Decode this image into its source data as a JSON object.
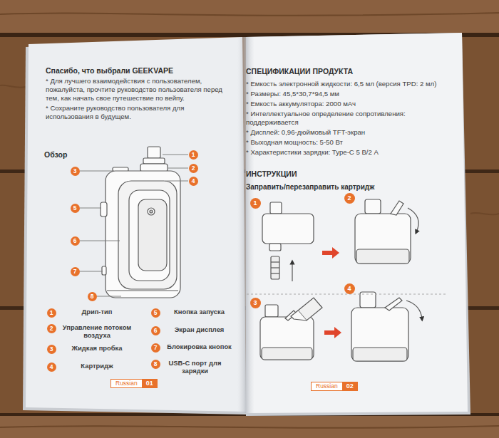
{
  "diagram": {
    "nodes": [
      {
        "text": [
          "1"
        ]
      },
      {
        "text": [
          "2"
        ]
      },
      {
        "text": [
          "3"
        ]
      },
      {
        "text": [
          "4"
        ]
      },
      {
        "text": [
          "5"
        ]
      },
      {
        "text": [
          "6"
        ]
      },
      {
        "text": [
          "7"
        ]
      },
      {
        "text": [
          "8"
        ]
      },
      {
        "text": [
          "1",
          "Дрип-тип"
        ]
      },
      {
        "text": [
          "2",
          "Управление потоком воздуха"
        ]
      },
      {
        "text": [
          "3",
          "Жидкая пробка"
        ]
      },
      {
        "text": [
          "4",
          "Картридж"
        ]
      },
      {
        "text": [
          "5",
          "Кнопка запуска"
        ]
      },
      {
        "text": [
          "6",
          "Экран дисплея"
        ]
      },
      {
        "text": [
          "7",
          "Блокировка кнопок"
        ]
      },
      {
        "text": [
          "8",
          "USB-C порт для зарядки"
        ]
      },
      {
        "text": [
          "Russian"
        ]
      },
      {
        "text": [
          "01"
        ]
      },
      {
        "text": [
          "1"
        ]
      },
      {
        "text": [
          "2"
        ]
      },
      {
        "text": [
          "3"
        ]
      },
      {
        "text": [
          "4"
        ]
      },
      {
        "text": [
          "Russian"
        ]
      },
      {
        "text": [
          "02"
        ]
      }
    ],
    "labels": [
      "Спасибо, что выбрали GEEKVAPE",
      "* Для лучшего взаимодействия с пользователем, пожалуйста, прочтите руководство пользователя перед тем, как начать свое путешествие по вейпу.",
      "* Сохраните руководство пользователя для использования в будущем.",
      "Обзор",
      "СПЕЦИФИКАЦИИ ПРОДУКТА",
      "* Емкость электронной жидкости: 6,5 мл (версия TPD: 2 мл)",
      "* Размеры: 45,5*30,7*94,5 мм",
      "* Емкость аккумулятора: 2000 мАч",
      "* Интеллектуальное определение сопротивления: поддерживается",
      "* Дисплей: 0,96-дюймовый TFT-экран",
      "* Выходная мощность: 5-50 Вт",
      "* Характеристики зарядки: Type-C 5 В/2 А",
      "ИНСТРУКЦИИ",
      "Заправить/перезаправить картридж"
    ]
  }
}
